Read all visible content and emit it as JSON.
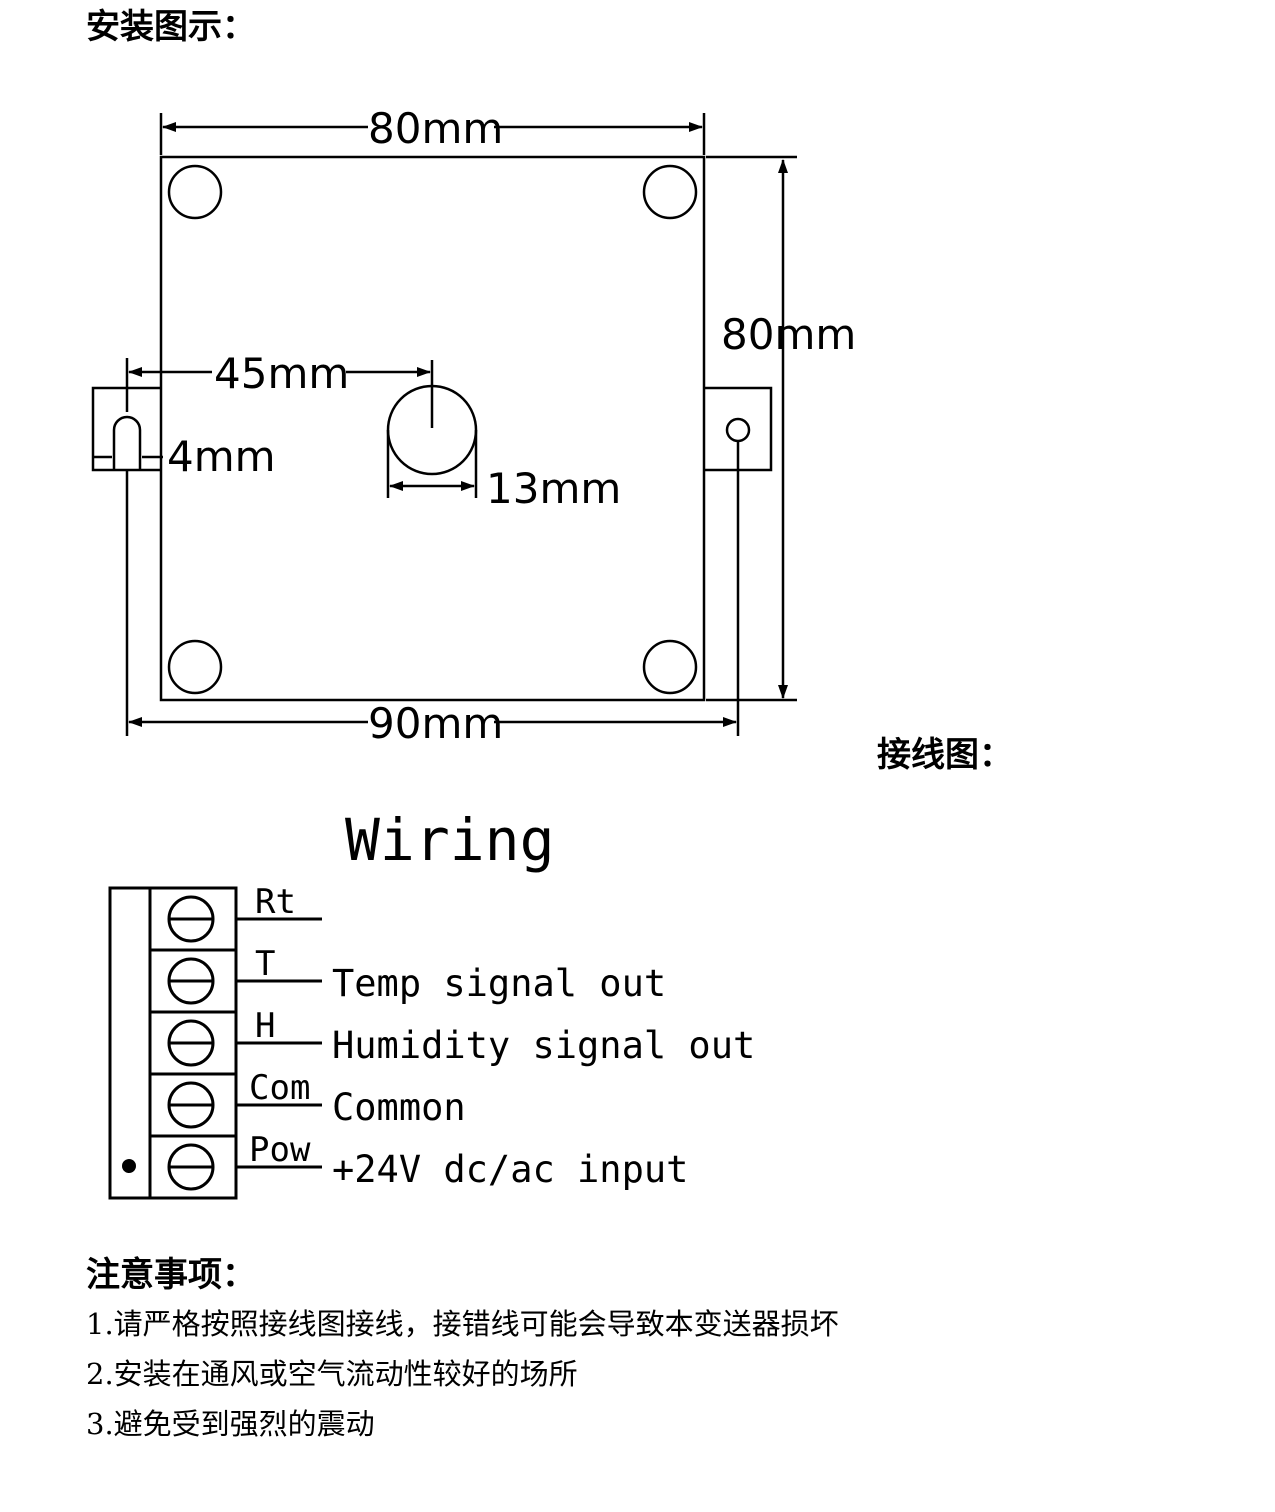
{
  "install": {
    "heading": "安装图示：",
    "dims": {
      "width_top": "80mm",
      "height_right": "80mm",
      "hole_offset": "45mm",
      "tab_hole": "4mm",
      "center_hole": "13mm",
      "total_width": "90mm"
    }
  },
  "wiring": {
    "heading": "接线图：",
    "title": "Wiring",
    "terminals": [
      {
        "code": "Rt",
        "desc": ""
      },
      {
        "code": "T",
        "desc": "Temp signal out"
      },
      {
        "code": "H",
        "desc": "Humidity signal out"
      },
      {
        "code": "Com",
        "desc": "Common"
      },
      {
        "code": "Pow",
        "desc": "+24V dc/ac input"
      }
    ]
  },
  "notes": {
    "heading": "注意事项：",
    "items": [
      "1.请严格按照接线图接线，接错线可能会导致本变送器损坏",
      "2.安装在通风或空气流动性较好的场所",
      "3.避免受到强烈的震动"
    ]
  }
}
